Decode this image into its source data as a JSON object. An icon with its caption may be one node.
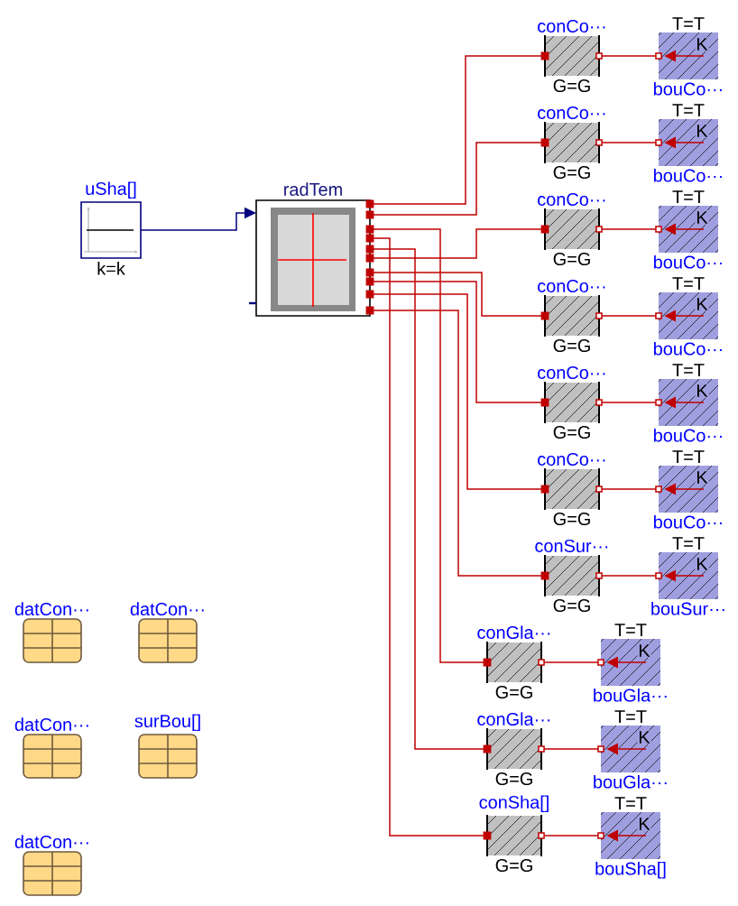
{
  "diagram": {
    "nodes": [
      {
        "text": [
          "uSha[]",
          "k=k"
        ]
      },
      {
        "text": [
          "radTem"
        ]
      },
      {
        "text": [
          "conCo···",
          "G=G"
        ]
      },
      {
        "text": [
          "T=T",
          "K",
          "bouCo···"
        ]
      },
      {
        "text": [
          "conCo···",
          "G=G"
        ]
      },
      {
        "text": [
          "T=T",
          "K",
          "bouCo···"
        ]
      },
      {
        "text": [
          "conCo···",
          "G=G"
        ]
      },
      {
        "text": [
          "T=T",
          "K",
          "bouCo···"
        ]
      },
      {
        "text": [
          "conCo···",
          "G=G"
        ]
      },
      {
        "text": [
          "T=T",
          "K",
          "bouCo···"
        ]
      },
      {
        "text": [
          "conCo···",
          "G=G"
        ]
      },
      {
        "text": [
          "T=T",
          "K",
          "bouCo···"
        ]
      },
      {
        "text": [
          "conCo···",
          "G=G"
        ]
      },
      {
        "text": [
          "T=T",
          "K",
          "bouCo···"
        ]
      },
      {
        "text": [
          "conSur···",
          "G=G"
        ]
      },
      {
        "text": [
          "T=T",
          "K",
          "bouSur···"
        ]
      },
      {
        "text": [
          "conGla···",
          "G=G"
        ]
      },
      {
        "text": [
          "T=T",
          "K",
          "bouGla···"
        ]
      },
      {
        "text": [
          "conGla···",
          "G=G"
        ]
      },
      {
        "text": [
          "T=T",
          "K",
          "bouGla···"
        ]
      },
      {
        "text": [
          "conSha[]",
          "G=G"
        ]
      },
      {
        "text": [
          "T=T",
          "K",
          "bouSha[]"
        ]
      },
      {
        "text": [
          "datCon···"
        ]
      },
      {
        "text": [
          "datCon···"
        ]
      },
      {
        "text": [
          "datCon···"
        ]
      },
      {
        "text": [
          "surBou[]"
        ]
      },
      {
        "text": [
          "datCon···"
        ]
      }
    ],
    "edges": [
      {
        "from": 0,
        "to": 1,
        "arrow": "to",
        "color": "#00007f"
      },
      {
        "from": 1,
        "to": 2,
        "arrow": "other"
      },
      {
        "from": 1,
        "to": 4,
        "arrow": "other"
      },
      {
        "from": 1,
        "to": 6,
        "arrow": "other"
      },
      {
        "from": 1,
        "to": 8,
        "arrow": "other"
      },
      {
        "from": 1,
        "to": 10,
        "arrow": "other"
      },
      {
        "from": 1,
        "to": 12,
        "arrow": "other"
      },
      {
        "from": 1,
        "to": 14,
        "arrow": "other"
      },
      {
        "from": 1,
        "to": 16,
        "arrow": "other"
      },
      {
        "from": 1,
        "to": 18,
        "arrow": "other"
      },
      {
        "from": 1,
        "to": 20,
        "arrow": "other"
      },
      {
        "from": 2,
        "to": 3,
        "arrow": "other"
      },
      {
        "from": 4,
        "to": 5,
        "arrow": "other"
      },
      {
        "from": 6,
        "to": 7,
        "arrow": "other"
      },
      {
        "from": 8,
        "to": 9,
        "arrow": "other"
      },
      {
        "from": 10,
        "to": 11,
        "arrow": "other"
      },
      {
        "from": 12,
        "to": 13,
        "arrow": "other"
      },
      {
        "from": 14,
        "to": 15,
        "arrow": "other"
      },
      {
        "from": 16,
        "to": 17,
        "arrow": "other"
      },
      {
        "from": 18,
        "to": 19,
        "arrow": "other"
      },
      {
        "from": 20,
        "to": 21,
        "arrow": "other"
      }
    ]
  }
}
